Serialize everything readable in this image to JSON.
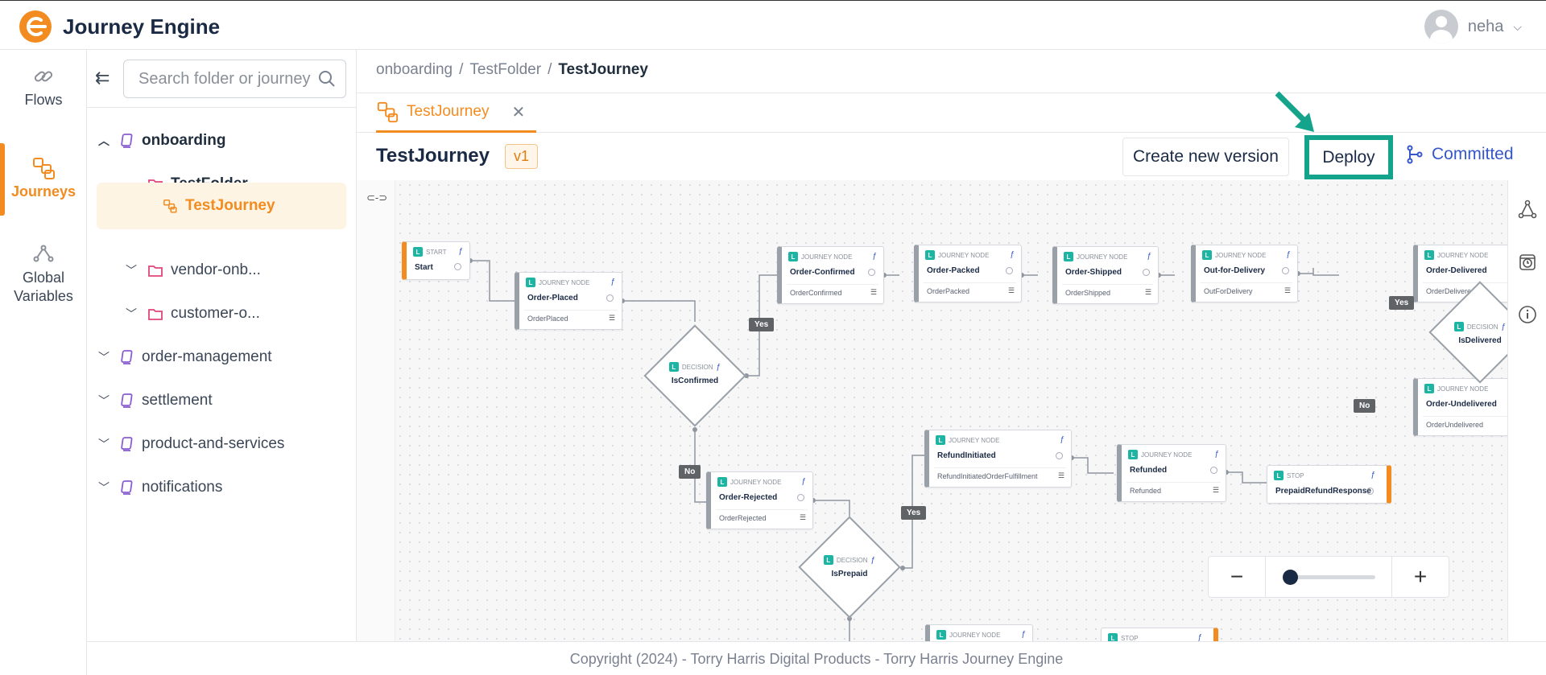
{
  "app": {
    "name": "Journey Engine",
    "brand_color": "#f28c20"
  },
  "user": {
    "name": "neha"
  },
  "rail": [
    {
      "label": "Flows",
      "icon": "link-icon"
    },
    {
      "label": "Journeys",
      "icon": "journeys-icon",
      "active": true
    },
    {
      "label": "Global Variables",
      "icon": "variables-icon"
    }
  ],
  "folders": {
    "search_placeholder": "Search folder or journey",
    "items": [
      {
        "label": "onboarding"
      },
      {
        "label": "TestFolder"
      },
      {
        "label": "TestJourney"
      },
      {
        "label": "vendor-onb..."
      },
      {
        "label": "customer-o..."
      },
      {
        "label": "order-management"
      },
      {
        "label": "settlement"
      },
      {
        "label": "product-and-services"
      },
      {
        "label": "notifications"
      }
    ]
  },
  "breadcrumb": {
    "part1": "onboarding",
    "part2": "TestFolder",
    "current": "TestJourney",
    "separator": "/"
  },
  "tab": {
    "label": "TestJourney"
  },
  "journey": {
    "title": "TestJourney",
    "version": "v1"
  },
  "toolbar": {
    "create_new_version": "Create new version",
    "deploy": "Deploy",
    "status": "Committed"
  },
  "canvas": {
    "nodes": [
      {
        "type_label": "START",
        "name": "Start"
      },
      {
        "type_label": "JOURNEY NODE",
        "name": "Order-Placed",
        "sub": "OrderPlaced"
      },
      {
        "type_label": "JOURNEY NODE",
        "name": "Order-Confirmed",
        "sub": "OrderConfirmed"
      },
      {
        "type_label": "JOURNEY NODE",
        "name": "Order-Packed",
        "sub": "OrderPacked"
      },
      {
        "type_label": "JOURNEY NODE",
        "name": "Order-Shipped",
        "sub": "OrderShipped"
      },
      {
        "type_label": "JOURNEY NODE",
        "name": "Out-for-Delivery",
        "sub": "OutForDelivery"
      },
      {
        "type_label": "JOURNEY NODE",
        "name": "Order-Delivered",
        "sub": "OrderDelivered"
      },
      {
        "type_label": "JOURNEY NODE",
        "name": "Order-Undelivered",
        "sub": "OrderUndelivered"
      },
      {
        "type_label": "JOURNEY NODE",
        "name": "RefundInitiated",
        "sub": "RefundInitiatedOrderFulfillment"
      },
      {
        "type_label": "JOURNEY NODE",
        "name": "Refunded",
        "sub": "Refunded"
      },
      {
        "type_label": "STOP",
        "name": "PrepaidRefundResponse"
      },
      {
        "type_label": "JOURNEY NODE",
        "name": "Order-Rejected",
        "sub": "OrderRejected"
      },
      {
        "type_label": "JOURNEY NODE",
        "name": "",
        "sub": ""
      },
      {
        "type_label": "STOP",
        "name": ""
      }
    ],
    "decisions": [
      {
        "type_label": "DECISION",
        "name": "IsConfirmed"
      },
      {
        "type_label": "DECISION",
        "name": "IsDelivered"
      },
      {
        "type_label": "DECISION",
        "name": "IsPrepaid"
      }
    ],
    "edge_labels": {
      "yes": "Yes",
      "no": "No"
    }
  },
  "zoom": {
    "minus": "−",
    "plus": "+",
    "level": 0.05
  },
  "footer": {
    "text": "Copyright (2024) - Torry Harris Digital Products - Torry Harris Journey Engine"
  },
  "colors": {
    "accent": "#f28c20",
    "deploy_highlight": "#14a38b",
    "committed": "#3557c9",
    "tag": "#1cb5a3"
  }
}
